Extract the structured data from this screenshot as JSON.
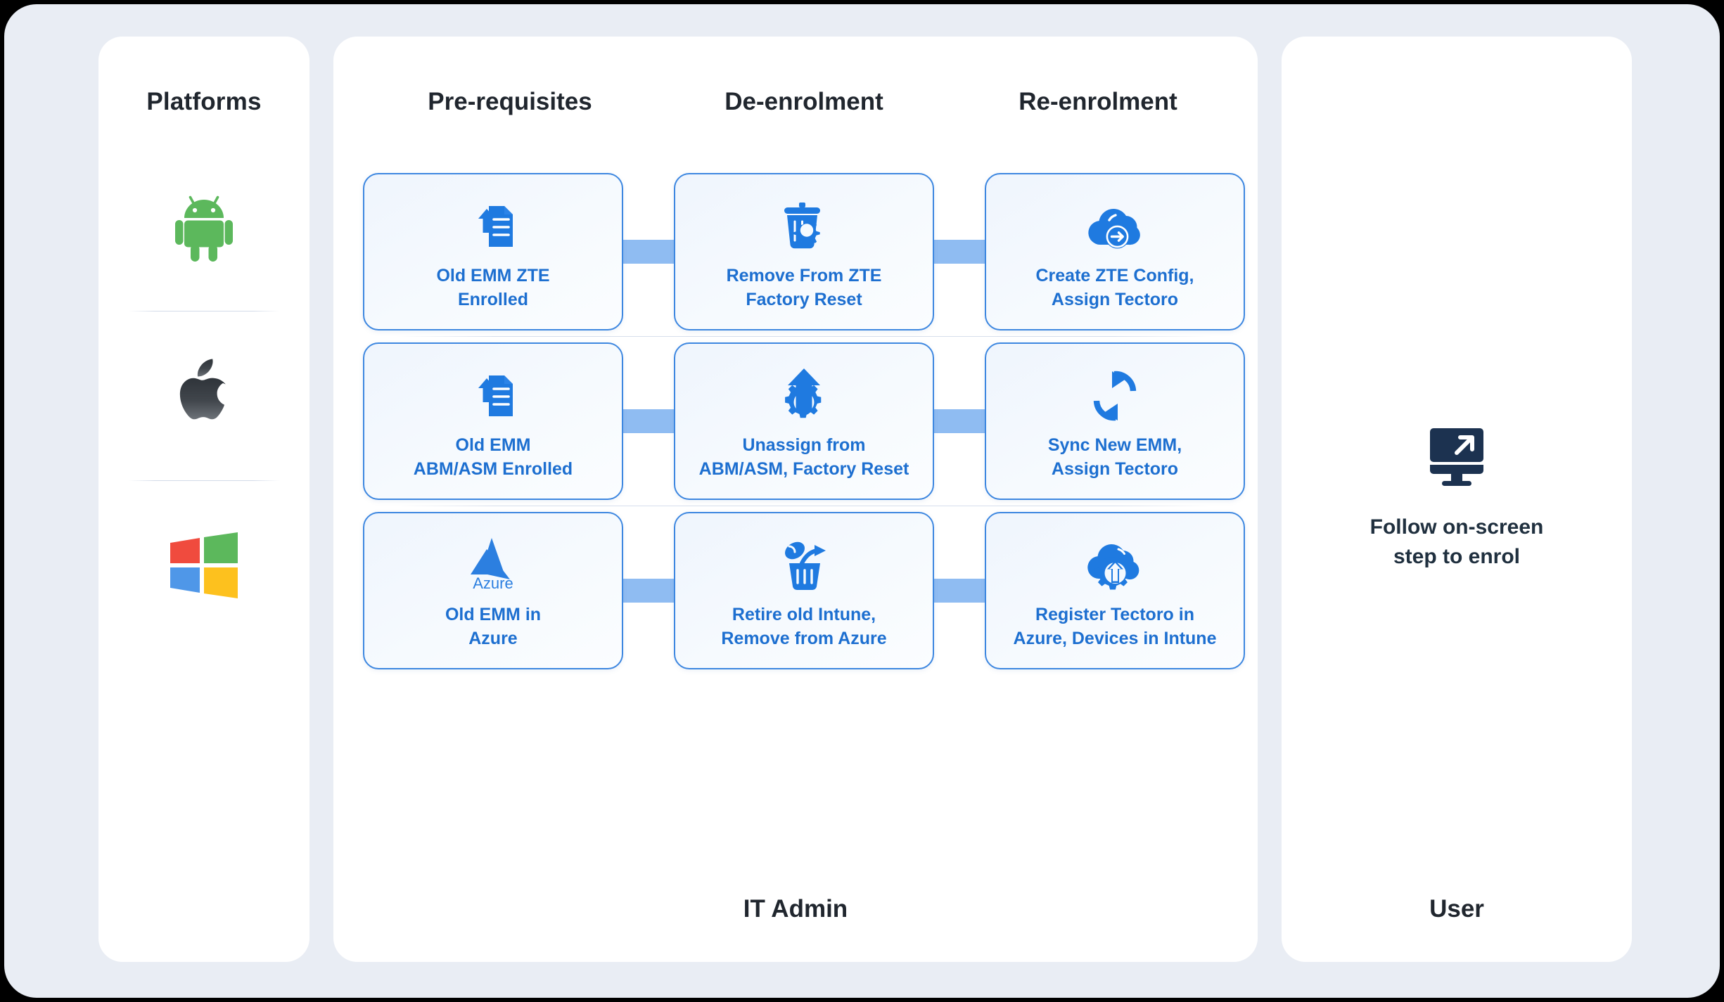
{
  "theme": {
    "page_bg": "#000000",
    "canvas_bg": "#E9EDF4",
    "panel_bg": "#FFFFFF",
    "card_border": "#3D87E0",
    "card_text": "#1D6FD0",
    "connector": "#8FBCF2",
    "heading_text": "#20262E",
    "android_green": "#5CB85C",
    "apple_dark": "#3A3E42",
    "windows_red": "#F04B3E",
    "windows_green": "#5CB85C",
    "windows_blue": "#4F97E8",
    "windows_yellow": "#FDC11E",
    "azure_blue": "#2C7FE0",
    "monitor_dark": "#1C3250"
  },
  "platforms_panel": {
    "title": "Platforms",
    "items": [
      {
        "name": "android",
        "icon": "android-icon"
      },
      {
        "name": "apple",
        "icon": "apple-icon"
      },
      {
        "name": "windows",
        "icon": "windows-icon"
      }
    ]
  },
  "admin_panel": {
    "footer": "IT Admin",
    "columns": [
      "Pre-requisites",
      "De-enrolment",
      "Re-enrolment"
    ],
    "rows": [
      {
        "platform": "android",
        "cards": [
          {
            "icon": "document-upload-icon",
            "label": "Old EMM ZTE\nEnrolled"
          },
          {
            "icon": "trash-gear-icon",
            "label": "Remove From ZTE\nFactory Reset"
          },
          {
            "icon": "cloud-arrow-right-icon",
            "label": "Create ZTE Config,\nAssign Tectoro"
          }
        ]
      },
      {
        "platform": "apple",
        "cards": [
          {
            "icon": "document-upload-icon",
            "label": "Old EMM\nABM/ASM Enrolled"
          },
          {
            "icon": "gear-arrow-up-icon",
            "label": "Unassign from\nABM/ASM, Factory Reset"
          },
          {
            "icon": "sync-refresh-icon",
            "label": "Sync New EMM,\nAssign Tectoro"
          }
        ]
      },
      {
        "platform": "windows",
        "cards": [
          {
            "icon": "azure-logo-icon",
            "label": "Old EMM in\nAzure",
            "icon_caption": "Azure"
          },
          {
            "icon": "trash-toss-icon",
            "label": "Retire old Intune,\nRemove from Azure"
          },
          {
            "icon": "cloud-gear-upload-icon",
            "label": "Register Tectoro in\nAzure, Devices in Intune"
          }
        ]
      }
    ]
  },
  "user_panel": {
    "footer": "User",
    "icon": "monitor-arrow-icon",
    "label": "Follow on-screen\nstep to enrol"
  }
}
